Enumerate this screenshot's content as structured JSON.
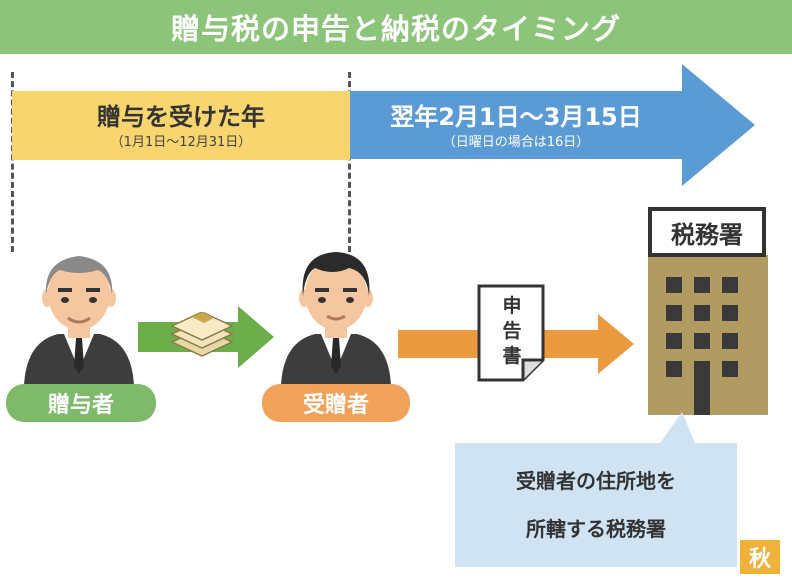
{
  "title": "贈与税の申告と納税のタイミング",
  "period_gift_year": {
    "label": "贈与を受けた年",
    "range": "（1月1日〜12月31日）"
  },
  "period_filing": {
    "label": "翌年2月1日〜3月15日",
    "note": "（日曜日の場合は16日）"
  },
  "persons": {
    "giver": "贈与者",
    "receiver": "受贈者"
  },
  "document": {
    "chars": [
      "申",
      "告",
      "書"
    ]
  },
  "tax_office": {
    "sign": "税務署"
  },
  "callout": {
    "line1": "受贈者の住所地を",
    "line2": "所轄する税務署"
  },
  "stamp": "秋",
  "icons": [
    "elderly-man-icon",
    "man-icon",
    "money-bundle-icon",
    "document-icon",
    "building-icon"
  ],
  "colors": {
    "title_bg": "#8cc579",
    "gift_year_band": "#f8d56e",
    "filing_arrow": "#5b9bd5",
    "money_arrow": "#6cae4a",
    "document_arrow": "#ec9a40",
    "giver_pill": "#7fba6b",
    "receiver_pill": "#f2a15a",
    "building": "#b29a63",
    "building_windows": "#3a3a3a",
    "callout_bg": "#cfe3f3"
  }
}
